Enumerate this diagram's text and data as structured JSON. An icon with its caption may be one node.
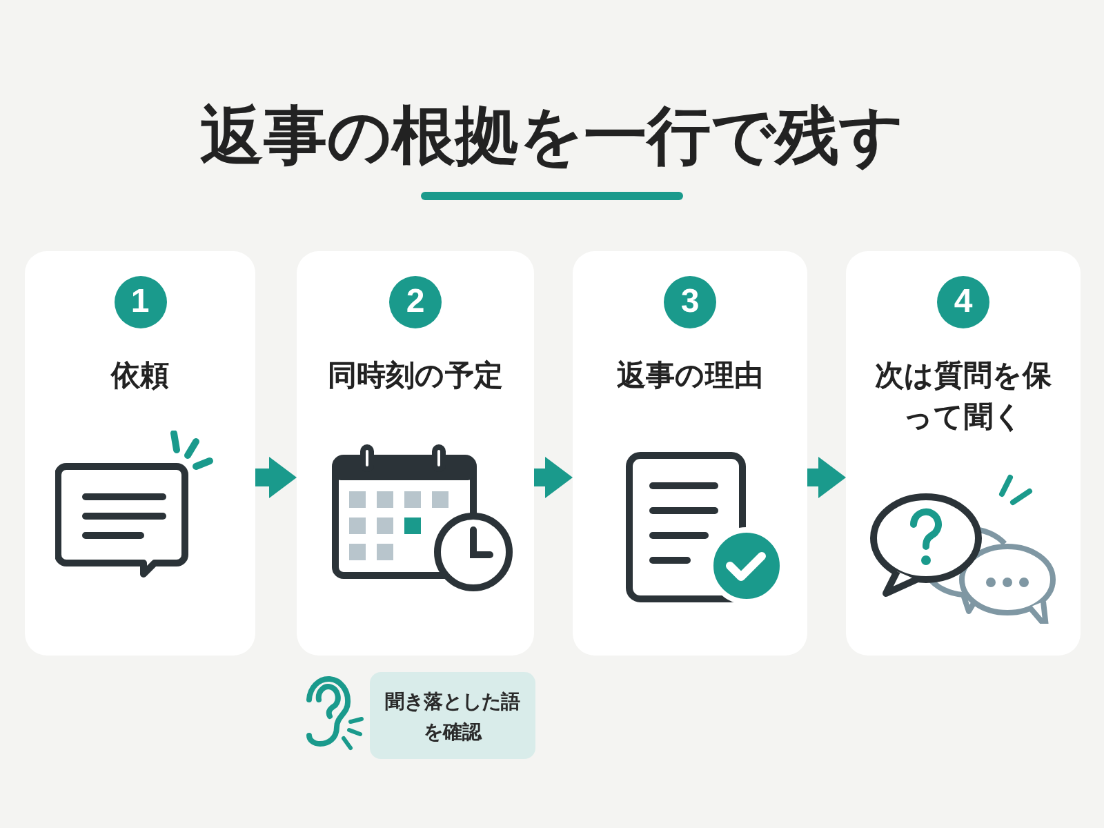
{
  "diagram": {
    "title": "返事の根拠を一行で残す",
    "nodes": [
      {
        "text": [
          "1",
          "依頼"
        ]
      },
      {
        "text": [
          "2",
          "同時刻の予定"
        ]
      },
      {
        "text": [
          "3",
          "返事の理由"
        ]
      },
      {
        "text": [
          "4",
          "次は質問を保って聞く"
        ]
      },
      {
        "text": [
          "聞き落とした語を確認"
        ]
      }
    ],
    "edges": [
      {
        "from": 0,
        "to": 1,
        "arrow": "to"
      },
      {
        "from": 1,
        "to": 2,
        "arrow": "to"
      },
      {
        "from": 2,
        "to": 3,
        "arrow": "to"
      }
    ]
  }
}
